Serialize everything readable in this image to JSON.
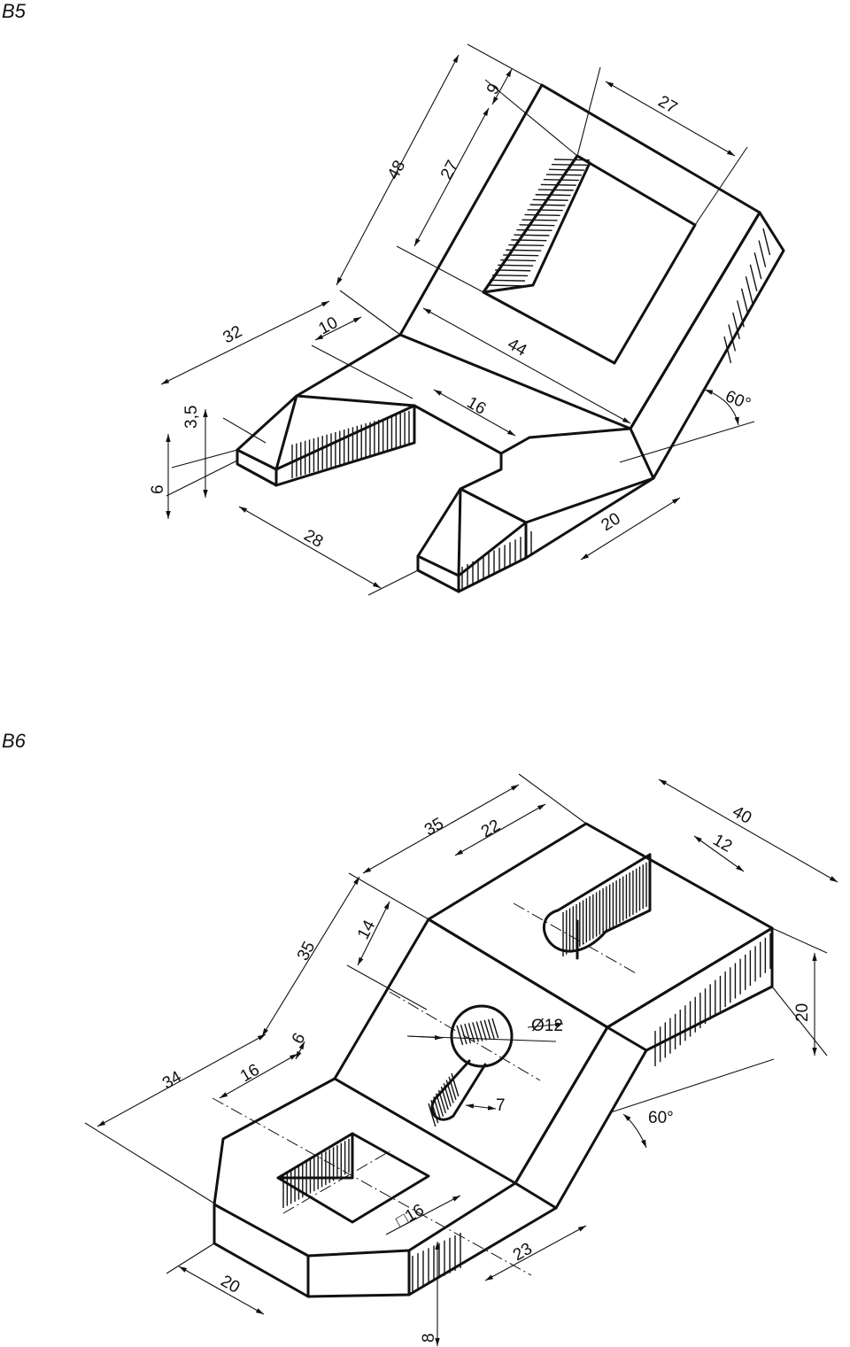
{
  "figures": [
    {
      "label": "B5",
      "dimensions": [
        "48",
        "9",
        "27",
        "27",
        "32",
        "10",
        "44",
        "16",
        "3,5",
        "6",
        "28",
        "20",
        "60°"
      ]
    },
    {
      "label": "B6",
      "dimensions": [
        "35",
        "22",
        "40",
        "12",
        "35",
        "14",
        "Ø12",
        "20",
        "6",
        "16",
        "34",
        "7",
        "60°",
        "□16",
        "23",
        "20",
        "8"
      ]
    }
  ]
}
